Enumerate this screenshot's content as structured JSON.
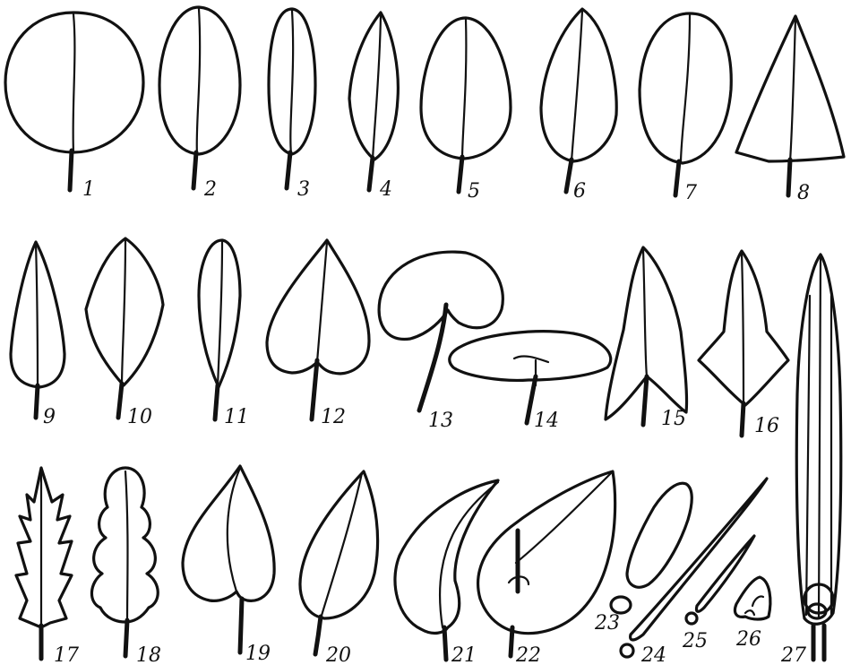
{
  "figure": {
    "labels": [
      "1",
      "2",
      "3",
      "4",
      "5",
      "6",
      "7",
      "8",
      "9",
      "10",
      "11",
      "12",
      "13",
      "14",
      "15",
      "16",
      "17",
      "18",
      "19",
      "20",
      "21",
      "22",
      "23",
      "24",
      "25",
      "26",
      "27"
    ]
  },
  "colors": {
    "ink": "#111111",
    "paper": "#ffffff"
  }
}
